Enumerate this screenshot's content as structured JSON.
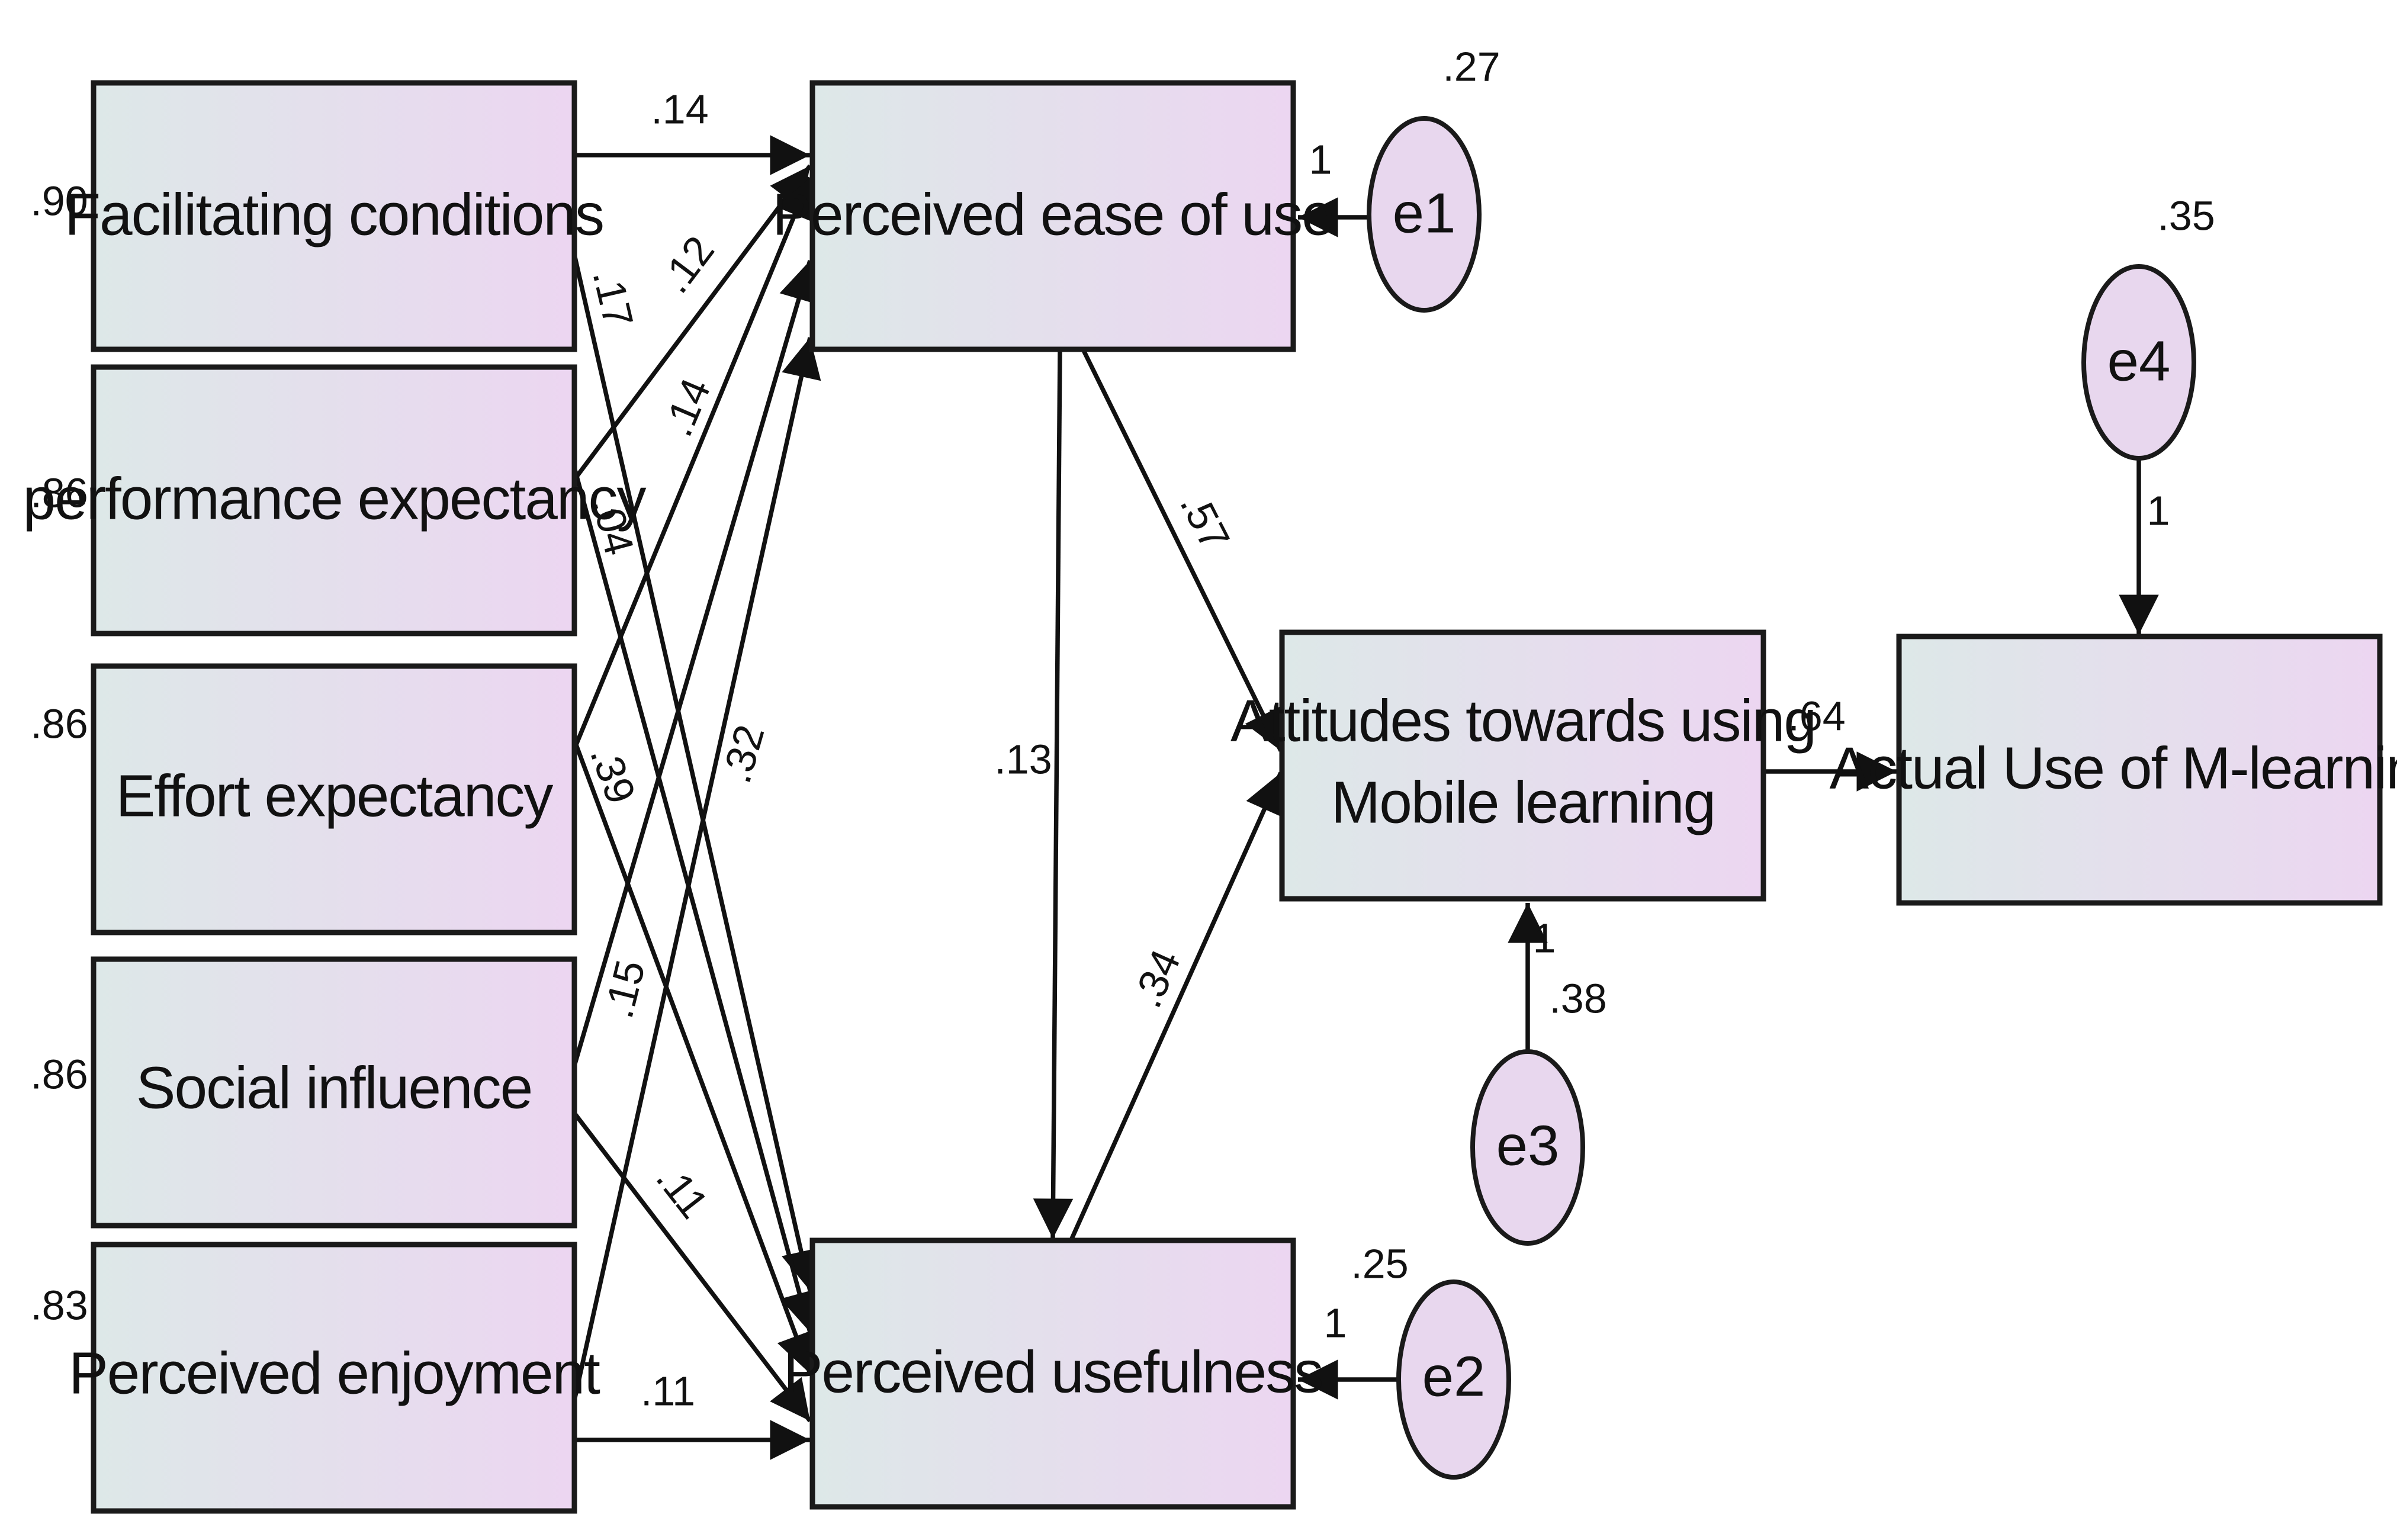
{
  "nodes": {
    "facilitating_conditions": {
      "label": "Facilitating conditions",
      "variance": ".90"
    },
    "performance_expectancy": {
      "label": "performance expectancy",
      "variance": ".86"
    },
    "effort_expectancy": {
      "label": "Effort expectancy",
      "variance": ".86"
    },
    "social_influence": {
      "label": "Social influence",
      "variance": ".86"
    },
    "perceived_enjoyment": {
      "label": "Perceived enjoyment",
      "variance": ".83"
    },
    "perceived_ease_of_use": {
      "label": "Perceived ease of use"
    },
    "perceived_usefulness": {
      "label": "Perceived usefulness"
    },
    "attitudes": {
      "line1": "Attitudes towards using",
      "line2": "Mobile learning"
    },
    "actual_use": {
      "label": "Actual Use of M-learning"
    }
  },
  "errors": {
    "e1": {
      "label": "e1",
      "variance": ".27",
      "weight": "1"
    },
    "e2": {
      "label": "e2",
      "variance": ".25",
      "weight": "1"
    },
    "e3": {
      "label": "e3",
      "variance": ".38",
      "weight": "1"
    },
    "e4": {
      "label": "e4",
      "variance": ".35",
      "weight": "1"
    }
  },
  "paths": {
    "fc_peou": ".14",
    "fc_pu": ".17",
    "pe_peou": ".12",
    "pe_pu": ".04",
    "ee_peou": ".14",
    "ee_pu": ".39",
    "si_peou": ".32",
    "si_pu": ".11",
    "enj_peou": ".15",
    "enj_pu": ".11",
    "peou_pu": ".13",
    "peou_att": ".57",
    "pu_att": ".34",
    "att_use": ".64"
  },
  "colors": {
    "box_left": "#dde8e8",
    "box_right": "#ecd6f1",
    "circle_fill": "#e8d7ee",
    "stroke": "#1a1a1a"
  }
}
